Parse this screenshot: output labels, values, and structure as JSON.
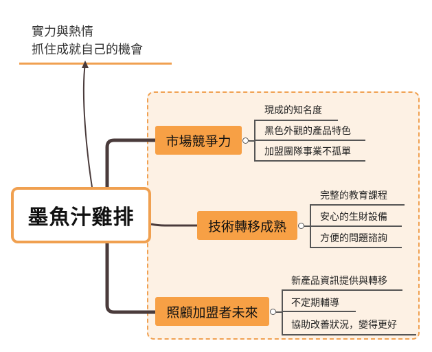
{
  "quote": {
    "line1": "實力與熱情",
    "line2": "抓住成就自己的機會"
  },
  "root": {
    "label": "墨魚汁雞排"
  },
  "branches": [
    {
      "label": "市場競爭力",
      "items": [
        "現成的知名度",
        "黑色外觀的產品特色",
        "加盟團隊事業不孤單"
      ]
    },
    {
      "label": "技術轉移成熟",
      "items": [
        "完整的教育課程",
        "安心的生財設備",
        "方便的問題諮詢"
      ]
    },
    {
      "label": "照顧加盟者未來",
      "items": [
        "新產品資訊提供與轉移",
        "不定期輔導",
        "協助改善狀況，變得更好"
      ]
    }
  ],
  "colors": {
    "accent": "#f7a045",
    "frame_fill": "#fdf1e4",
    "connector": "#4a3b3b"
  }
}
